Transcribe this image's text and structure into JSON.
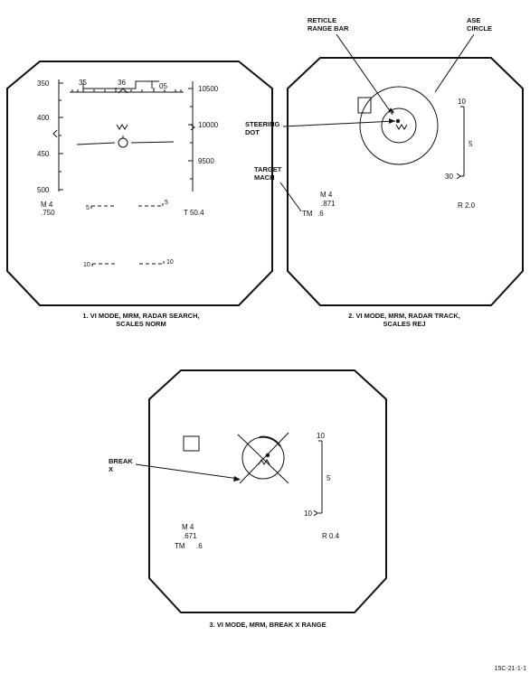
{
  "panel1": {
    "caption_line1": "1.  VI MODE, MRM, RADAR SEARCH,",
    "caption_line2": "SCALES NORM",
    "left_scale": [
      "350",
      "400",
      "450",
      "500"
    ],
    "right_scale": [
      "10500",
      "10000",
      "9500"
    ],
    "heading_labels": [
      "35",
      "36",
      "05"
    ],
    "mach_label": "M  4",
    "mach_value": ".750",
    "time_readout": "T 50.4",
    "pitch_5_left": "5",
    "pitch_5_right": "5",
    "pitch_10_left": "10",
    "pitch_10_right": "10"
  },
  "panel2": {
    "caption_line1": "2.  VI MODE, MRM, RADAR TRACK,",
    "caption_line2": "SCALES REJ",
    "callout_reticle_line1": "RETICLE",
    "callout_reticle_line2": "RANGE BAR",
    "callout_ase_line1": "ASE",
    "callout_ase_line2": "CIRCLE",
    "callout_steering_line1": "STEERING",
    "callout_steering_line2": "DOT",
    "callout_target_line1": "TARGET",
    "callout_target_line2": "MACH",
    "range_top": "10",
    "range_mid": "5",
    "range_bottom": "30",
    "mach_label": "M  4",
    "mach_value": ".871",
    "tm_label": "TM",
    "tm_value": ".6",
    "range_readout": "R 2.0"
  },
  "panel3": {
    "caption": "3.  VI MODE, MRM, BREAK X RANGE",
    "callout_break_line1": "BREAK",
    "callout_break_line2": "X",
    "range_top": "10",
    "range_mid": "5",
    "range_bottom": "10",
    "mach_label": "M  4",
    "mach_value": ".671",
    "tm_label": "TM",
    "tm_value": ".6",
    "range_readout": "R 0.4"
  },
  "figure_id": "15C-21-1-1"
}
